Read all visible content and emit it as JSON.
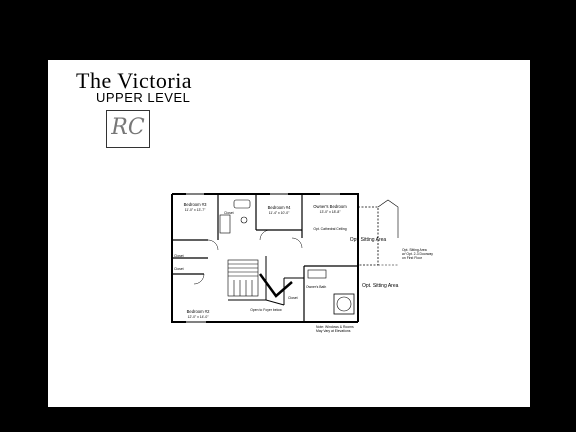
{
  "header": {
    "title": "The Victoria",
    "subtitle": "UPPER LEVEL",
    "logo_monogram": "RC"
  },
  "plan": {
    "rooms": {
      "bedroom3": {
        "name": "Bedroom #3",
        "dims": "11'-0\" x 13'-7\""
      },
      "bedroom4": {
        "name": "Bedroom #4",
        "dims": "11'-4\" x 10'-0\""
      },
      "owners": {
        "name": "Owner's Bedroom",
        "dims": "13'-0\" x 18'-8\""
      },
      "bedroom2": {
        "name": "Bedroom #2",
        "dims": "12'-0\" x 14'-0\""
      }
    },
    "labels": {
      "closet_a": "Closet",
      "closet_b": "Closet",
      "closet_c": "Closet",
      "closet_d": "Closet",
      "cathedral": "Opt. Cathedral Ceiling",
      "open_to_foyer": "Open to Foyer below",
      "owners_bath": "Owner's Bath",
      "opt_sitting_area": "Opt. Sitting Area",
      "opt_sitting_area_2": "Opt. Sitting Area",
      "note_sitting_1": "Opt. Sitting Area",
      "note_sitting_2": "w/ Opt. 2-3 Doorway",
      "note_sitting_3": "on First Floor",
      "note_windows_1": "Note: Windows & Rooms",
      "note_windows_2": "May Vary at Elevations"
    }
  }
}
